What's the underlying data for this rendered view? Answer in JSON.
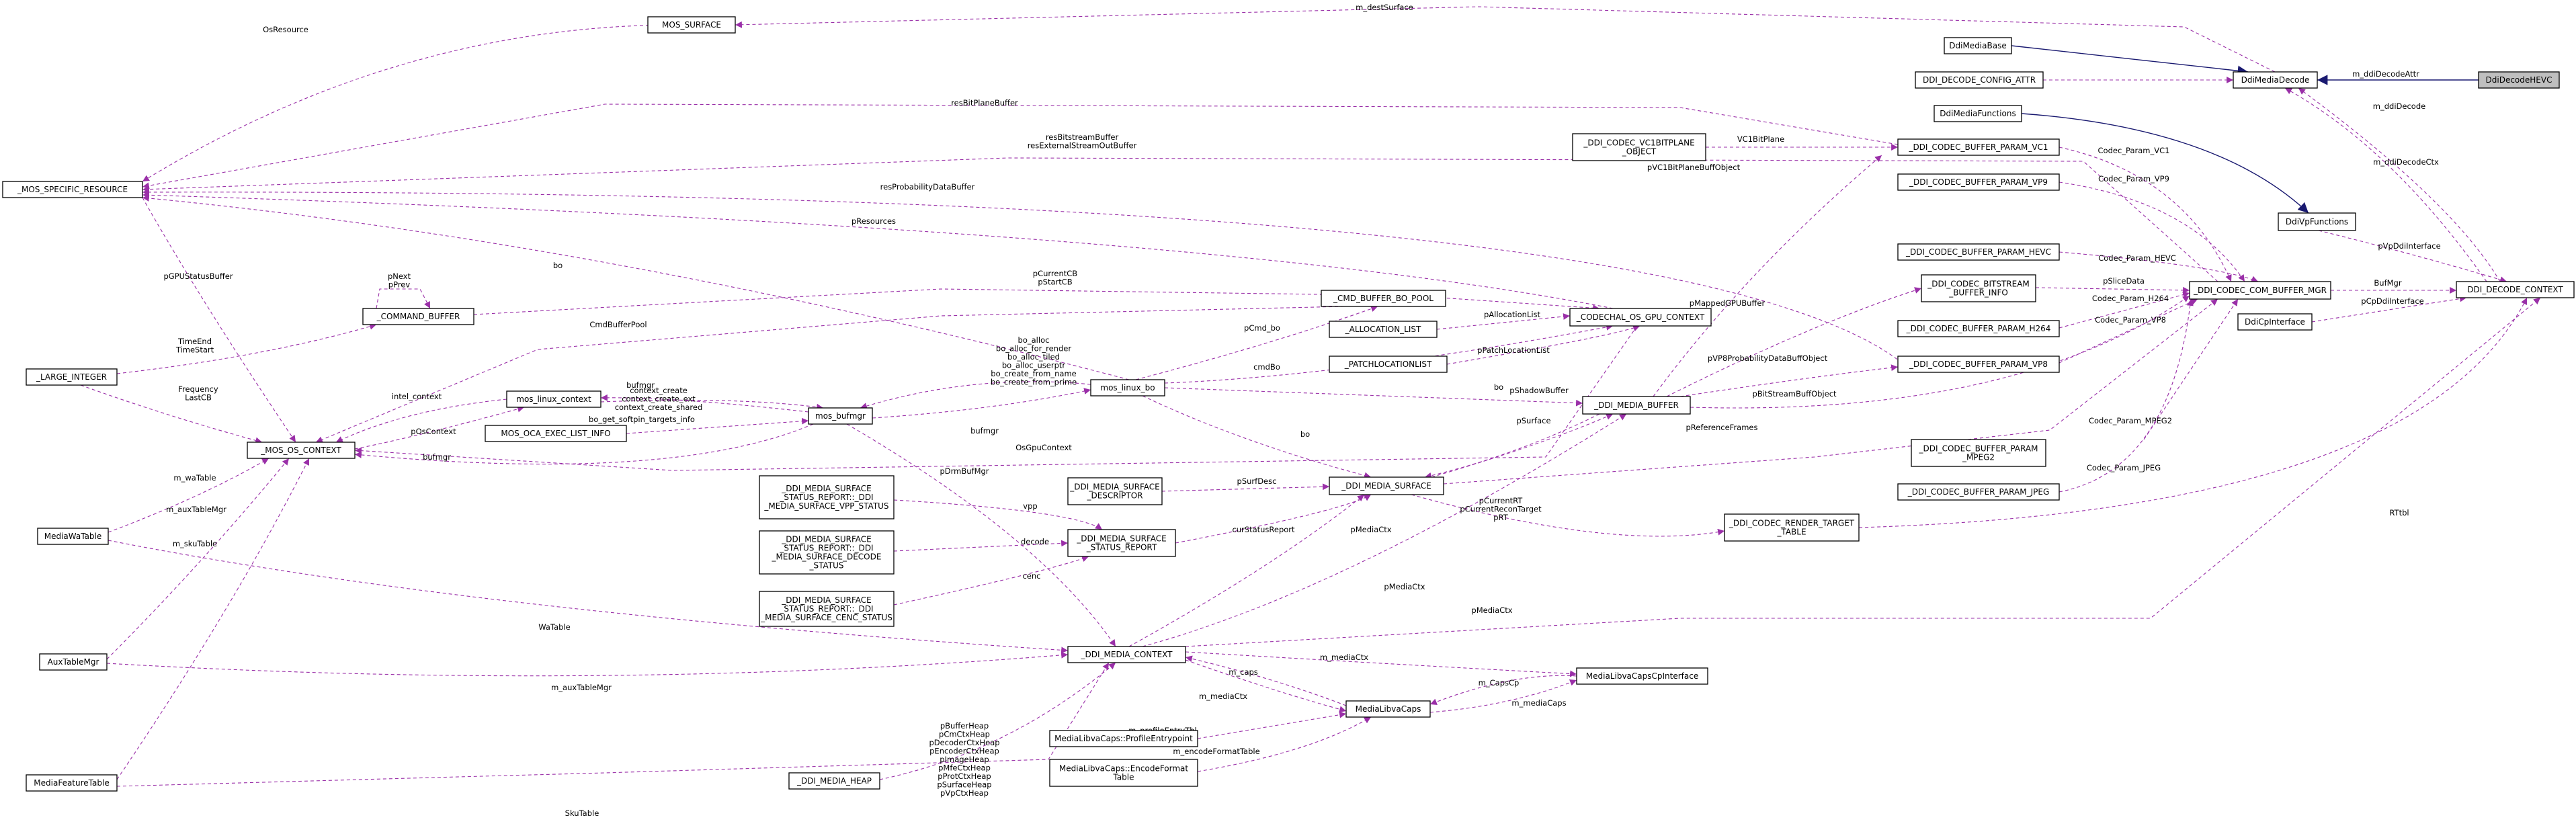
{
  "nodes": [
    {
      "id": "DdiDecodeHEVC",
      "label": [
        "DdiDecodeHEVC"
      ],
      "current": true
    },
    {
      "id": "DdiMediaDecode",
      "label": [
        "DdiMediaDecode"
      ]
    },
    {
      "id": "DdiMediaBase",
      "label": [
        "DdiMediaBase"
      ]
    },
    {
      "id": "DDI_DECODE_CONFIG_ATTR",
      "label": [
        "DDI_DECODE_CONFIG_ATTR"
      ]
    },
    {
      "id": "DdiMediaFunctions",
      "label": [
        "DdiMediaFunctions"
      ]
    },
    {
      "id": "DdiVpFunctions",
      "label": [
        "DdiVpFunctions"
      ]
    },
    {
      "id": "DdiCpInterface",
      "label": [
        "DdiCpInterface"
      ]
    },
    {
      "id": "DDI_DECODE_CONTEXT",
      "label": [
        "DDI_DECODE_CONTEXT"
      ]
    },
    {
      "id": "DDI_CODEC_COM_BUFFER_MGR",
      "label": [
        "_DDI_CODEC_COM_BUFFER_MGR"
      ]
    },
    {
      "id": "MOS_SURFACE",
      "label": [
        "MOS_SURFACE"
      ]
    },
    {
      "id": "MOS_SPECIFIC_RESOURCE",
      "label": [
        "_MOS_SPECIFIC_RESOURCE"
      ]
    },
    {
      "id": "VC1BITPLANE",
      "label": [
        "_DDI_CODEC_VC1BITPLANE",
        "_OBJECT"
      ]
    },
    {
      "id": "PARAM_VC1",
      "label": [
        "_DDI_CODEC_BUFFER_PARAM_VC1"
      ]
    },
    {
      "id": "PARAM_VP9",
      "label": [
        "_DDI_CODEC_BUFFER_PARAM_VP9"
      ]
    },
    {
      "id": "PARAM_HEVC",
      "label": [
        "_DDI_CODEC_BUFFER_PARAM_HEVC"
      ]
    },
    {
      "id": "BITSTREAM_INFO",
      "label": [
        "_DDI_CODEC_BITSTREAM",
        "_BUFFER_INFO"
      ]
    },
    {
      "id": "PARAM_H264",
      "label": [
        "_DDI_CODEC_BUFFER_PARAM_H264"
      ]
    },
    {
      "id": "PARAM_VP8",
      "label": [
        "_DDI_CODEC_BUFFER_PARAM_VP8"
      ]
    },
    {
      "id": "PARAM_MPEG2",
      "label": [
        "_DDI_CODEC_BUFFER_PARAM",
        "_MPEG2"
      ]
    },
    {
      "id": "PARAM_JPEG",
      "label": [
        "_DDI_CODEC_BUFFER_PARAM_JPEG"
      ]
    },
    {
      "id": "RENDER_TARGET_TABLE",
      "label": [
        "_DDI_CODEC_RENDER_TARGET",
        "_TABLE"
      ]
    },
    {
      "id": "COMMAND_BUFFER",
      "label": [
        "_COMMAND_BUFFER"
      ]
    },
    {
      "id": "CMD_BUFFER_BO_POOL",
      "label": [
        "_CMD_BUFFER_BO_POOL"
      ]
    },
    {
      "id": "CODECHAL_OS_GPU_CONTEXT",
      "label": [
        "_CODECHAL_OS_GPU_CONTEXT"
      ]
    },
    {
      "id": "ALLOCATION_LIST",
      "label": [
        "_ALLOCATION_LIST"
      ]
    },
    {
      "id": "PATCHLOCATIONLIST",
      "label": [
        "_PATCHLOCATIONLIST"
      ]
    },
    {
      "id": "LARGE_INTEGER",
      "label": [
        "_LARGE_INTEGER"
      ]
    },
    {
      "id": "mos_linux_context",
      "label": [
        "mos_linux_context"
      ]
    },
    {
      "id": "mos_linux_bo",
      "label": [
        "mos_linux_bo"
      ]
    },
    {
      "id": "mos_bufmgr",
      "label": [
        "mos_bufmgr"
      ]
    },
    {
      "id": "MOS_OCA_EXEC_LIST_INFO",
      "label": [
        "MOS_OCA_EXEC_LIST_INFO"
      ]
    },
    {
      "id": "MOS_OS_CONTEXT",
      "label": [
        "_MOS_OS_CONTEXT"
      ]
    },
    {
      "id": "DDI_MEDIA_BUFFER",
      "label": [
        "_DDI_MEDIA_BUFFER"
      ]
    },
    {
      "id": "DDI_MEDIA_SURFACE",
      "label": [
        "_DDI_MEDIA_SURFACE"
      ]
    },
    {
      "id": "DDI_MEDIA_SURFACE_DESCRIPTOR",
      "label": [
        "_DDI_MEDIA_SURFACE",
        "_DESCRIPTOR"
      ]
    },
    {
      "id": "SURFACE_STATUS_REPORT",
      "label": [
        "_DDI_MEDIA_SURFACE",
        "_STATUS_REPORT"
      ]
    },
    {
      "id": "VPP_STATUS",
      "label": [
        "_DDI_MEDIA_SURFACE",
        "_STATUS_REPORT::_DDI",
        "_MEDIA_SURFACE_VPP_STATUS"
      ]
    },
    {
      "id": "DECODE_STATUS",
      "label": [
        "_DDI_MEDIA_SURFACE",
        "_STATUS_REPORT::_DDI",
        "_MEDIA_SURFACE_DECODE",
        "_STATUS"
      ]
    },
    {
      "id": "CENC_STATUS",
      "label": [
        "_DDI_MEDIA_SURFACE",
        "_STATUS_REPORT::_DDI",
        "_MEDIA_SURFACE_CENC_STATUS"
      ]
    },
    {
      "id": "MediaWaTable",
      "label": [
        "MediaWaTable"
      ]
    },
    {
      "id": "AuxTableMgr",
      "label": [
        "AuxTableMgr"
      ]
    },
    {
      "id": "MediaFeatureTable",
      "label": [
        "MediaFeatureTable"
      ]
    },
    {
      "id": "DDI_MEDIA_CONTEXT",
      "label": [
        "_DDI_MEDIA_CONTEXT"
      ]
    },
    {
      "id": "DDI_MEDIA_HEAP",
      "label": [
        "_DDI_MEDIA_HEAP"
      ]
    },
    {
      "id": "MediaLibvaCaps",
      "label": [
        "MediaLibvaCaps"
      ]
    },
    {
      "id": "MediaLibvaCapsCpInterface",
      "label": [
        "MediaLibvaCapsCpInterface"
      ]
    },
    {
      "id": "ProfileEntrypoint",
      "label": [
        "MediaLibvaCaps::ProfileEntrypoint"
      ]
    },
    {
      "id": "EncodeFormatTable",
      "label": [
        "MediaLibvaCaps::EncodeFormat",
        "Table"
      ]
    }
  ],
  "edges": [
    {
      "from": "DdiMediaDecode",
      "to": "DdiDecodeHEVC",
      "style": "inherit"
    },
    {
      "from": "DdiMediaBase",
      "to": "DdiMediaDecode",
      "style": "inherit"
    },
    {
      "from": "DdiMediaFunctions",
      "to": "DdiVpFunctions",
      "style": "inherit"
    },
    {
      "from": "MOS_SURFACE",
      "to": "DdiMediaDecode",
      "label": [
        "m_destSurface"
      ]
    },
    {
      "from": "DDI_DECODE_CONFIG_ATTR",
      "to": "DdiMediaDecode",
      "label": [
        "m_ddiDecodeAttr"
      ]
    },
    {
      "from": "DDI_DECODE_CONTEXT",
      "to": "DdiMediaDecode",
      "label": [
        "m_ddiDecode"
      ]
    },
    {
      "from": "DDI_DECODE_CONTEXT",
      "to": "DdiMediaDecode",
      "label": [
        "m_ddiDecodeCtx"
      ]
    },
    {
      "from": "MOS_SPECIFIC_RESOURCE",
      "to": "MOS_SURFACE",
      "label": [
        "OsResource"
      ]
    },
    {
      "from": "MOS_SPECIFIC_RESOURCE",
      "to": "PARAM_VC1",
      "label": [
        "resBitPlaneBuffer"
      ]
    },
    {
      "from": "MOS_SPECIFIC_RESOURCE",
      "to": "DDI_CODEC_COM_BUFFER_MGR",
      "label": [
        "resBitstreamBuffer",
        "resExternalStreamOutBuffer"
      ]
    },
    {
      "from": "MOS_SPECIFIC_RESOURCE",
      "to": "PARAM_VP8",
      "label": [
        "resProbabilityDataBuffer"
      ]
    },
    {
      "from": "MOS_SPECIFIC_RESOURCE",
      "to": "CODECHAL_OS_GPU_CONTEXT",
      "label": [
        "pResources"
      ]
    },
    {
      "from": "MOS_SPECIFIC_RESOURCE",
      "to": "MOS_OS_CONTEXT",
      "label": [
        "pGPUStatusBuffer"
      ]
    },
    {
      "from": "mos_linux_bo",
      "to": "MOS_SPECIFIC_RESOURCE",
      "label": [
        "bo"
      ]
    },
    {
      "from": "VC1BITPLANE",
      "to": "PARAM_VC1",
      "label": [
        "VC1BitPlane"
      ]
    },
    {
      "from": "PARAM_VC1",
      "to": "DDI_CODEC_COM_BUFFER_MGR",
      "label": [
        "Codec_Param_VC1"
      ]
    },
    {
      "from": "PARAM_VP9",
      "to": "DDI_CODEC_COM_BUFFER_MGR",
      "label": [
        "Codec_Param_VP9"
      ]
    },
    {
      "from": "PARAM_HEVC",
      "to": "DDI_CODEC_COM_BUFFER_MGR",
      "label": [
        "Codec_Param_HEVC"
      ]
    },
    {
      "from": "BITSTREAM_INFO",
      "to": "DDI_CODEC_COM_BUFFER_MGR",
      "label": [
        "pSliceData"
      ]
    },
    {
      "from": "PARAM_H264",
      "to": "DDI_CODEC_COM_BUFFER_MGR",
      "label": [
        "Codec_Param_H264"
      ]
    },
    {
      "from": "PARAM_VP8",
      "to": "DDI_CODEC_COM_BUFFER_MGR",
      "label": [
        "Codec_Param_VP8"
      ]
    },
    {
      "from": "PARAM_MPEG2",
      "to": "DDI_CODEC_COM_BUFFER_MGR",
      "label": [
        "Codec_Param_MPEG2"
      ]
    },
    {
      "from": "PARAM_JPEG",
      "to": "DDI_CODEC_COM_BUFFER_MGR",
      "label": [
        "Codec_Param_JPEG"
      ]
    },
    {
      "from": "DDI_CODEC_COM_BUFFER_MGR",
      "to": "DDI_DECODE_CONTEXT",
      "label": [
        "BufMgr"
      ]
    },
    {
      "from": "DdiVpFunctions",
      "to": "DDI_DECODE_CONTEXT",
      "label": [
        "pVpDdiInterface"
      ]
    },
    {
      "from": "DdiCpInterface",
      "to": "DDI_DECODE_CONTEXT",
      "label": [
        "pCpDdiInterface"
      ]
    },
    {
      "from": "RENDER_TARGET_TABLE",
      "to": "DDI_DECODE_CONTEXT",
      "label": [
        "RTtbl"
      ]
    },
    {
      "from": "DDI_MEDIA_CONTEXT",
      "to": "DDI_DECODE_CONTEXT",
      "label": [
        "pMediaCtx"
      ]
    },
    {
      "from": "DDI_MEDIA_BUFFER",
      "to": "PARAM_VC1",
      "label": [
        "pVC1BitPlaneBuffObject"
      ]
    },
    {
      "from": "DDI_MEDIA_BUFFER",
      "to": "BITSTREAM_INFO",
      "label": [
        "pMappedGPUBuffer"
      ]
    },
    {
      "from": "DDI_MEDIA_BUFFER",
      "to": "PARAM_VP8",
      "label": [
        "pVP8ProbabilityDataBuffObject"
      ]
    },
    {
      "from": "DDI_MEDIA_BUFFER",
      "to": "DDI_CODEC_COM_BUFFER_MGR",
      "label": [
        "pBitStreamBuffObject"
      ]
    },
    {
      "from": "DDI_MEDIA_SURFACE",
      "to": "DDI_CODEC_COM_BUFFER_MGR",
      "label": [
        "pReferenceFrames"
      ]
    },
    {
      "from": "DDI_MEDIA_SURFACE",
      "to": "RENDER_TARGET_TABLE",
      "label": [
        "pCurrentRT",
        "pCurrentReconTarget",
        "pRT"
      ]
    },
    {
      "from": "DDI_MEDIA_SURFACE",
      "to": "DDI_MEDIA_BUFFER",
      "label": [
        "pSurface"
      ]
    },
    {
      "from": "DDI_MEDIA_BUFFER",
      "to": "DDI_MEDIA_SURFACE",
      "label": [
        "pShadowBuffer"
      ]
    },
    {
      "from": "mos_linux_bo",
      "to": "DDI_MEDIA_BUFFER",
      "label": [
        "bo"
      ]
    },
    {
      "from": "mos_linux_bo",
      "to": "DDI_MEDIA_SURFACE",
      "label": [
        "bo"
      ]
    },
    {
      "from": "DDI_MEDIA_CONTEXT",
      "to": "DDI_MEDIA_BUFFER",
      "label": [
        "pMediaCtx"
      ]
    },
    {
      "from": "DDI_MEDIA_CONTEXT",
      "to": "DDI_MEDIA_SURFACE",
      "label": [
        "pMediaCtx"
      ]
    },
    {
      "from": "DDI_MEDIA_SURFACE_DESCRIPTOR",
      "to": "DDI_MEDIA_SURFACE",
      "label": [
        "pSurfDesc"
      ]
    },
    {
      "from": "SURFACE_STATUS_REPORT",
      "to": "DDI_MEDIA_SURFACE",
      "label": [
        "curStatusReport"
      ]
    },
    {
      "from": "VPP_STATUS",
      "to": "SURFACE_STATUS_REPORT",
      "label": [
        "vpp"
      ]
    },
    {
      "from": "DECODE_STATUS",
      "to": "SURFACE_STATUS_REPORT",
      "label": [
        "decode"
      ]
    },
    {
      "from": "CENC_STATUS",
      "to": "SURFACE_STATUS_REPORT",
      "label": [
        "cenc"
      ]
    },
    {
      "from": "COMMAND_BUFFER",
      "to": "CODECHAL_OS_GPU_CONTEXT",
      "label": [
        "pCurrentCB",
        "pStartCB"
      ]
    },
    {
      "from": "COMMAND_BUFFER",
      "to": "COMMAND_BUFFER",
      "label": [
        "pNext",
        "pPrev"
      ]
    },
    {
      "from": "LARGE_INTEGER",
      "to": "COMMAND_BUFFER",
      "label": [
        "TimeEnd",
        "TimeStart"
      ]
    },
    {
      "from": "LARGE_INTEGER",
      "to": "MOS_OS_CONTEXT",
      "label": [
        "Frequency",
        "LastCB"
      ]
    },
    {
      "from": "CMD_BUFFER_BO_POOL",
      "to": "MOS_OS_CONTEXT",
      "label": [
        "CmdBufferPool"
      ]
    },
    {
      "from": "mos_linux_bo",
      "to": "CMD_BUFFER_BO_POOL",
      "label": [
        "pCmd_bo"
      ]
    },
    {
      "from": "ALLOCATION_LIST",
      "to": "CODECHAL_OS_GPU_CONTEXT",
      "label": [
        "pAllocationList"
      ]
    },
    {
      "from": "PATCHLOCATIONLIST",
      "to": "CODECHAL_OS_GPU_CONTEXT",
      "label": [
        "pPatchLocationList"
      ]
    },
    {
      "from": "mos_linux_bo",
      "to": "CODECHAL_OS_GPU_CONTEXT",
      "label": [
        "cmdBo"
      ]
    },
    {
      "from": "CODECHAL_OS_GPU_CONTEXT",
      "to": "MOS_OS_CONTEXT",
      "label": [
        "OsGpuContext"
      ]
    },
    {
      "from": "mos_linux_context",
      "to": "MOS_OS_CONTEXT",
      "label": [
        "intel_context"
      ]
    },
    {
      "from": "MOS_OS_CONTEXT",
      "to": "mos_linux_context",
      "label": [
        "pOsContext"
      ]
    },
    {
      "from": "mos_bufmgr",
      "to": "mos_linux_context",
      "label": [
        "bufmgr"
      ]
    },
    {
      "from": "mos_linux_context",
      "to": "mos_bufmgr",
      "label": [
        "context_create",
        "context_create_ext",
        "context_create_shared"
      ]
    },
    {
      "from": "mos_bufmgr",
      "to": "mos_linux_bo",
      "label": [
        "bufmgr"
      ]
    },
    {
      "from": "mos_linux_bo",
      "to": "mos_bufmgr",
      "label": [
        "bo_alloc",
        "bo_alloc_for_render",
        "bo_alloc_tiled",
        "bo_alloc_userptr",
        "bo_create_from_name",
        "bo_create_from_prime"
      ]
    },
    {
      "from": "MOS_OCA_EXEC_LIST_INFO",
      "to": "mos_bufmgr",
      "label": [
        "bo_get_softpin_targets_info"
      ]
    },
    {
      "from": "mos_bufmgr",
      "to": "MOS_OS_CONTEXT",
      "label": [
        "bufmgr"
      ]
    },
    {
      "from": "mos_bufmgr",
      "to": "DDI_MEDIA_CONTEXT",
      "label": [
        "pDrmBufMgr"
      ]
    },
    {
      "from": "MediaWaTable",
      "to": "MOS_OS_CONTEXT",
      "label": [
        "m_waTable"
      ]
    },
    {
      "from": "AuxTableMgr",
      "to": "MOS_OS_CONTEXT",
      "label": [
        "m_auxTableMgr"
      ]
    },
    {
      "from": "MediaFeatureTable",
      "to": "MOS_OS_CONTEXT",
      "label": [
        "m_skuTable"
      ]
    },
    {
      "from": "MediaWaTable",
      "to": "DDI_MEDIA_CONTEXT",
      "label": [
        "WaTable"
      ]
    },
    {
      "from": "AuxTableMgr",
      "to": "DDI_MEDIA_CONTEXT",
      "label": [
        "m_auxTableMgr"
      ]
    },
    {
      "from": "MediaFeatureTable",
      "to": "DDI_MEDIA_CONTEXT",
      "label": [
        "SkuTable"
      ]
    },
    {
      "from": "DDI_MEDIA_HEAP",
      "to": "DDI_MEDIA_CONTEXT",
      "label": [
        "pBufferHeap",
        "pCmCtxHeap",
        "pDecoderCtxHeap",
        "pEncoderCtxHeap",
        "pImageHeap",
        "pMfeCtxHeap",
        "pProtCtxHeap",
        "pSurfaceHeap",
        "pVpCtxHeap"
      ]
    },
    {
      "from": "MediaLibvaCaps",
      "to": "DDI_MEDIA_CONTEXT",
      "label": [
        "m_caps"
      ]
    },
    {
      "from": "DDI_MEDIA_CONTEXT",
      "to": "MediaLibvaCaps",
      "label": [
        "m_mediaCtx"
      ]
    },
    {
      "from": "DDI_MEDIA_CONTEXT",
      "to": "MediaLibvaCapsCpInterface",
      "label": [
        "m_mediaCtx"
      ]
    },
    {
      "from": "MediaLibvaCaps",
      "to": "MediaLibvaCapsCpInterface",
      "label": [
        "m_mediaCaps"
      ]
    },
    {
      "from": "MediaLibvaCapsCpInterface",
      "to": "MediaLibvaCaps",
      "label": [
        "m_CapsCp"
      ]
    },
    {
      "from": "ProfileEntrypoint",
      "to": "MediaLibvaCaps",
      "label": [
        "m_profileEntryTbl"
      ]
    },
    {
      "from": "EncodeFormatTable",
      "to": "MediaLibvaCaps",
      "label": [
        "m_encodeFormatTable"
      ]
    }
  ]
}
